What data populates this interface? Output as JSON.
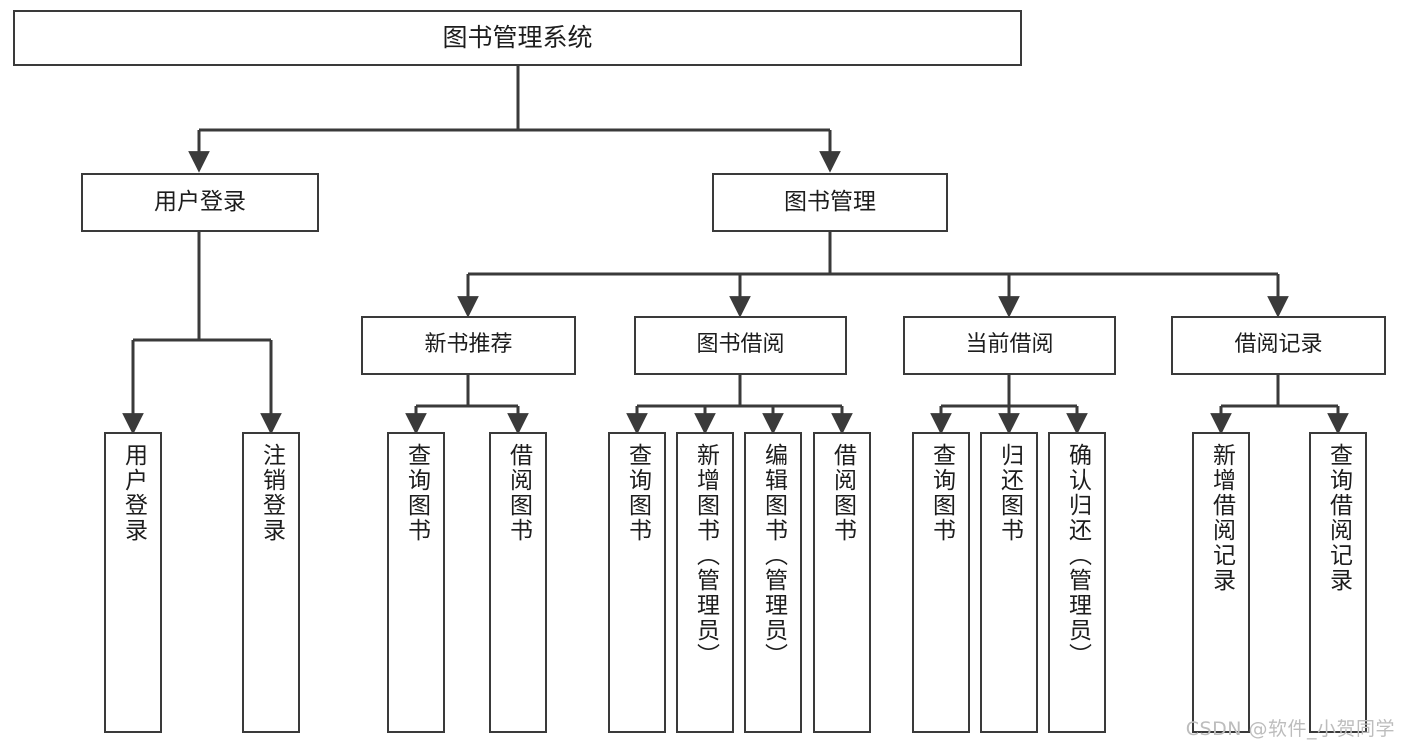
{
  "diagram": {
    "title": "图书管理系统",
    "type": "tree-hierarchy-chart",
    "watermark": "CSDN @软件_小贺同学",
    "colors": {
      "stroke": "#3a3a3a",
      "fill": "#ffffff",
      "text": "#1d1d1d",
      "watermark": "#bdbdbd"
    },
    "root": {
      "label": "图书管理系统"
    },
    "level2": [
      {
        "label": "用户登录"
      },
      {
        "label": "图书管理"
      }
    ],
    "level3": [
      {
        "label": "新书推荐"
      },
      {
        "label": "图书借阅"
      },
      {
        "label": "当前借阅"
      },
      {
        "label": "借阅记录"
      }
    ],
    "leaves": {
      "user_login": [
        {
          "label": "用户登录"
        },
        {
          "label": "注销登录"
        }
      ],
      "new_book_recommend": [
        {
          "label": "查询图书"
        },
        {
          "label": "借阅图书"
        }
      ],
      "book_borrow": [
        {
          "label": "查询图书"
        },
        {
          "label": "新增图书（管理员）"
        },
        {
          "label": "编辑图书（管理员）"
        },
        {
          "label": "借阅图书"
        }
      ],
      "current_borrow": [
        {
          "label": "查询图书"
        },
        {
          "label": "归还图书"
        },
        {
          "label": "确认归还（管理员）"
        }
      ],
      "borrow_record": [
        {
          "label": "新增借阅记录"
        },
        {
          "label": "查询借阅记录"
        }
      ]
    }
  }
}
